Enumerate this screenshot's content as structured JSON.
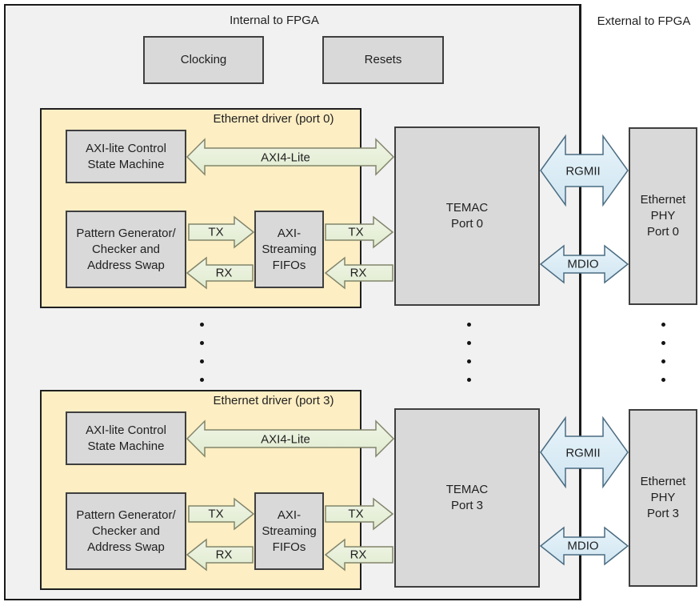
{
  "colors": {
    "internal-bg": "#f1f1f1",
    "external-bg": "#ffffff",
    "box-fill": "#d9d9d9",
    "box-border": "#3f3f3f",
    "driver-fill": "#fdeec3",
    "driver-border": "#1f1f1f",
    "green-arrow-fill": "#e8f0da",
    "green-arrow-stroke": "#82856b",
    "blue-arrow-fill": "#dcedf6",
    "blue-arrow-stroke": "#4a6c82",
    "text": "#1f1f1f"
  },
  "labels": {
    "internal_region": "Internal to FPGA",
    "external_region": "External to FPGA",
    "clocking": "Clocking",
    "resets": "Resets"
  },
  "ports": [
    {
      "driver_title": "Ethernet driver (port 0)",
      "axi_control": "AXI-lite Control\nState Machine",
      "pattern_generator": "Pattern Generator/\nChecker and\nAddress Swap",
      "fifos": "AXI-\nStreaming\nFIFOs",
      "temac": "TEMAC\nPort 0",
      "phy": "Ethernet\nPHY\nPort 0",
      "axi4_bus": "AXI4-Lite",
      "tx": "TX",
      "rx": "RX",
      "rgmii": "RGMII",
      "mdio": "MDIO"
    },
    {
      "driver_title": "Ethernet driver (port 3)",
      "axi_control": "AXI-lite Control\nState Machine",
      "pattern_generator": "Pattern Generator/\nChecker and\nAddress Swap",
      "fifos": "AXI-\nStreaming\nFIFOs",
      "temac": "TEMAC\nPort 3",
      "phy": "Ethernet\nPHY\nPort 3",
      "axi4_bus": "AXI4-Lite",
      "tx": "TX",
      "rx": "RX",
      "rgmii": "RGMII",
      "mdio": "MDIO"
    }
  ]
}
